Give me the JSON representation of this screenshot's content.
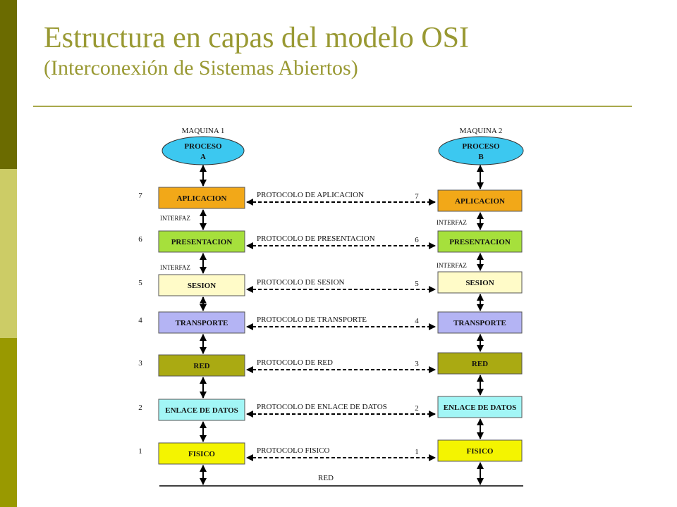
{
  "title": {
    "main": "Estructura en capas del modelo OSI",
    "sub": "(Interconexión de Sistemas Abiertos)"
  },
  "machines": [
    {
      "label": "MAQUINA 1",
      "process_line1": "PROCESO",
      "process_line2": "A"
    },
    {
      "label": "MAQUINA 2",
      "process_line1": "PROCESO",
      "process_line2": "B"
    }
  ],
  "interface_label": "INTERFAZ",
  "layers": [
    {
      "number": "7",
      "name": "APLICACION",
      "protocol": "PROTOCOLO DE APLICACION",
      "color": "#f2a818"
    },
    {
      "number": "6",
      "name": "PRESENTACION",
      "protocol": "PROTOCOLO DE PRESENTACION",
      "color": "#a6e03c"
    },
    {
      "number": "5",
      "name": "SESION",
      "protocol": "PROTOCOLO DE SESION",
      "color": "#fffbc8"
    },
    {
      "number": "4",
      "name": "TRANSPORTE",
      "protocol": "PROTOCOLO DE TRANSPORTE",
      "color": "#b4b4f4"
    },
    {
      "number": "3",
      "name": "RED",
      "protocol": "PROTOCOLO DE RED",
      "color": "#aaaa12"
    },
    {
      "number": "2",
      "name": "ENLACE DE DATOS",
      "protocol": "PROTOCOLO DE ENLACE DE DATOS",
      "color": "#a2f6f6"
    },
    {
      "number": "1",
      "name": "FISICO",
      "protocol": "PROTOCOLO FISICO",
      "color": "#f4f400"
    }
  ],
  "network_label": "RED",
  "colors": {
    "title": "#999933",
    "process_ellipse": "#3cc8f0",
    "band_dark": "#6b6b00",
    "band_light": "#cccc66",
    "band_mid": "#999900"
  }
}
